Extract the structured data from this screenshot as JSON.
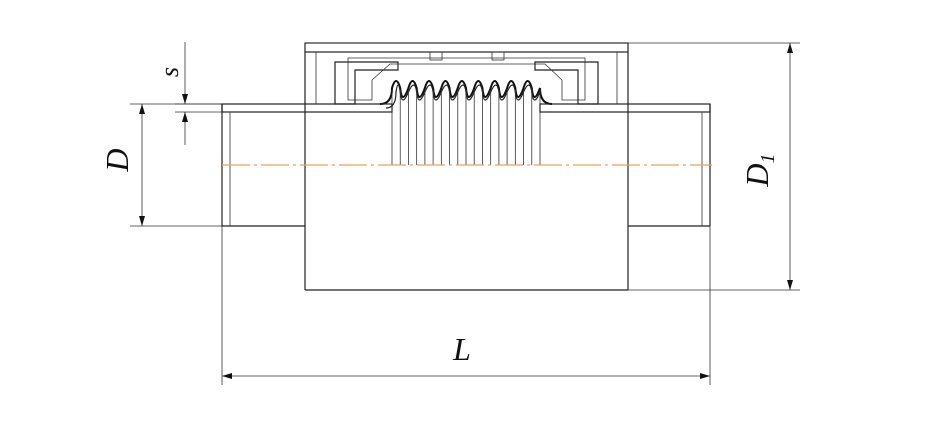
{
  "labels": {
    "wall_thickness": "s",
    "pipe_diameter": "D",
    "outer_diameter": "D",
    "outer_diameter_sub": "1",
    "length": "L"
  },
  "colors": {
    "axis": "#e8a35a",
    "lines": "#222222"
  }
}
